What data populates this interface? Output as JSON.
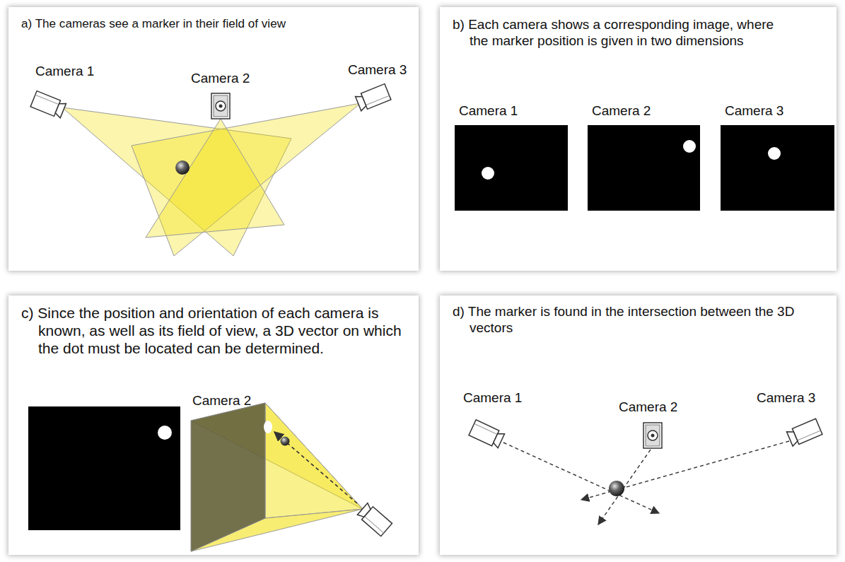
{
  "diagram": {
    "nodes": [
      {
        "text": [
          "a) The cameras see a marker in their field of view"
        ]
      },
      {
        "text": [
          "b) Each camera shows a corresponding image, where the marker position is given in two dimensions"
        ]
      },
      {
        "text": [
          "Camera 1"
        ],
        "in": 1
      },
      {
        "text": [
          "Camera 2"
        ],
        "in": 1
      },
      {
        "text": [
          "Camera 3"
        ],
        "in": 1
      },
      {
        "text": [
          "c) Since the position and orientation of each camera is known, as well as its field of view, a 3D vector on which the dot must be located can be determined."
        ]
      },
      {
        "text": [
          "d) The marker is found in the intersection between the 3D vectors"
        ]
      }
    ],
    "labels": [
      "Camera 1",
      "Camera 2",
      "Camera 3",
      "Camera 2",
      "Camera 1",
      "Camera 2",
      "Camera 3"
    ]
  }
}
